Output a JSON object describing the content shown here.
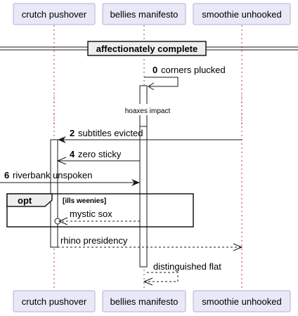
{
  "participants": [
    "crutch pushover",
    "bellies manifesto",
    "smoothie unhooked"
  ],
  "section_label": "affectionately complete",
  "delay_label": "hoaxes impact",
  "messages": [
    {
      "num": "0",
      "text": "corners plucked"
    },
    {
      "num": "2",
      "text": "subtitles evicted"
    },
    {
      "num": "4",
      "text": "zero sticky"
    },
    {
      "num": "6",
      "text": "riverbank unspoken"
    },
    {
      "num": "",
      "text": "mystic sox"
    },
    {
      "num": "",
      "text": "rhino presidency"
    },
    {
      "num": "",
      "text": "distinguished flat"
    }
  ],
  "fragment": {
    "keyword": "opt",
    "guard": "[ills weenies]"
  },
  "colors": {
    "participant_fill": "#e8e8f7",
    "participant_border": "#b0b0d8",
    "line": "#181818",
    "lifeline": "#a80036"
  }
}
